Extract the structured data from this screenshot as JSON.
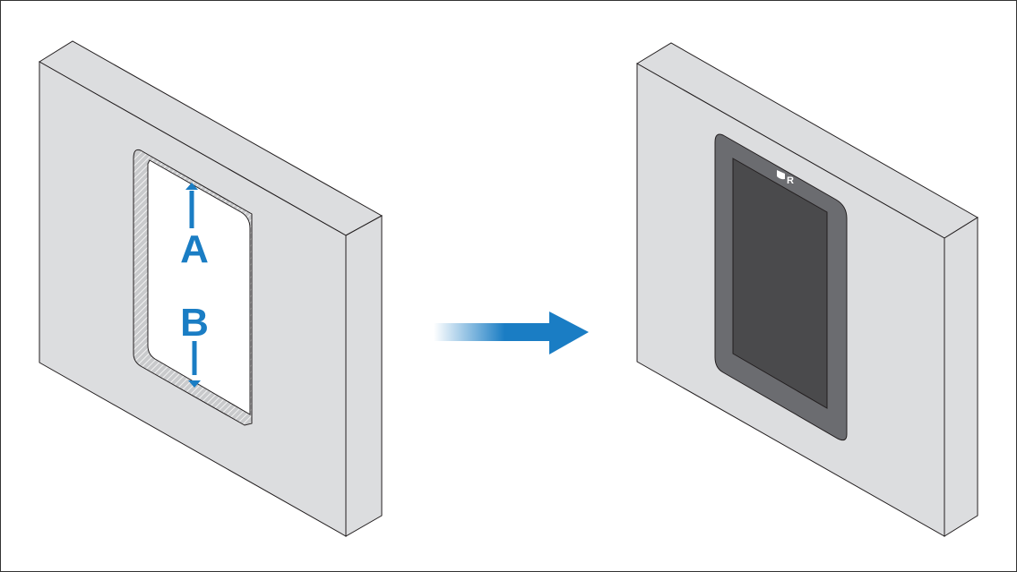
{
  "labels": {
    "a": "A",
    "b": "B"
  },
  "logo_text": "R",
  "colors": {
    "accent": "#1a7dc4",
    "wall": "#dcdddf",
    "bezel": "#6b6c70",
    "screen": "#4a4a4c",
    "outline": "#231f20"
  }
}
